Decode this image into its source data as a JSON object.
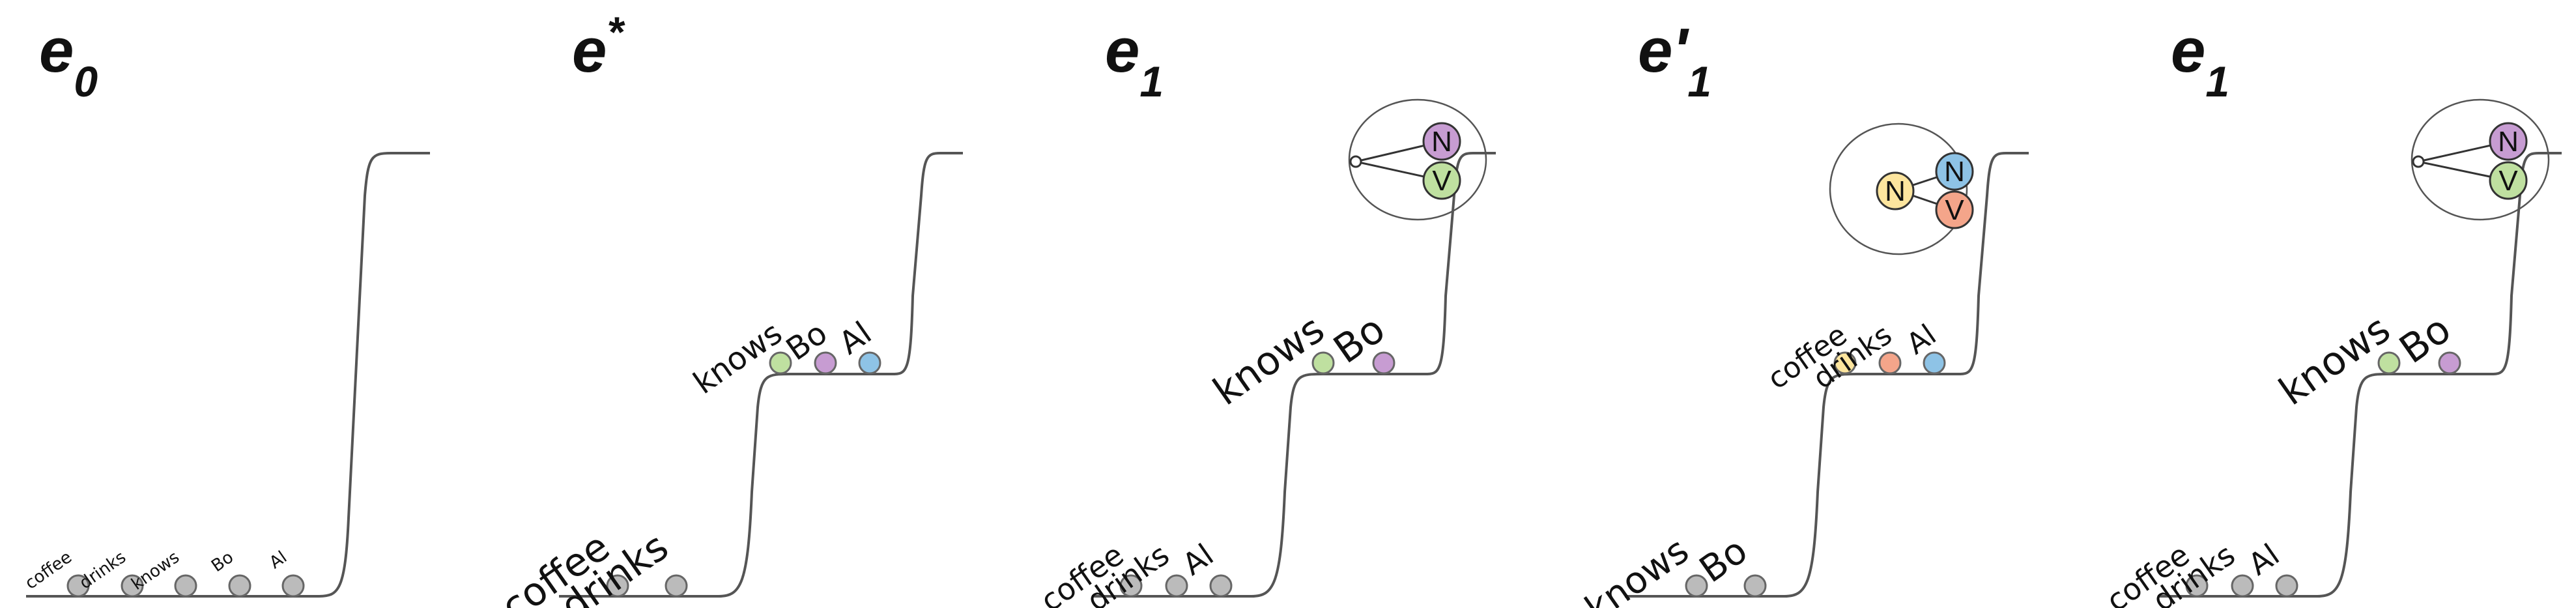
{
  "colors": {
    "gray": "#bbbbbb",
    "green": "#bfe0a0",
    "purple": "#c79cd2",
    "blue": "#8ec3e6",
    "orange": "#f4a58a",
    "yellow": "#fde59e"
  },
  "panels": [
    {
      "title_main": "e",
      "title_sub": "0",
      "title_sup": "",
      "prime": "",
      "low_words": [
        "coffee",
        "drinks",
        "knows",
        "Bo",
        "Al"
      ],
      "low_word_size": "small",
      "high_words": []
    },
    {
      "title_main": "e",
      "title_sub": "",
      "title_sup": "*",
      "prime": "",
      "low_words": [
        "coffee",
        "drinks"
      ],
      "low_word_size": "large",
      "high_words": [
        "knows",
        "Bo",
        "Al"
      ]
    },
    {
      "title_main": "e",
      "title_sub": "1",
      "title_sup": "",
      "prime": "",
      "low_words": [
        "coffee",
        "drinks",
        "Al"
      ],
      "low_word_size": "medium",
      "high_words": [
        "knows",
        "Bo"
      ],
      "nodes": [
        "N",
        "V"
      ]
    },
    {
      "title_main": "e",
      "title_sub": "1",
      "title_sup": "",
      "prime": "'",
      "low_words": [
        "knows",
        "Bo"
      ],
      "low_word_size": "large",
      "high_words": [
        "coffee",
        "drinks",
        "Al"
      ],
      "nodes": [
        "N",
        "V",
        "N"
      ]
    },
    {
      "title_main": "e",
      "title_sub": "1",
      "title_sup": "",
      "prime": "",
      "low_words": [
        "coffee",
        "drinks",
        "Al"
      ],
      "low_word_size": "medium",
      "high_words": [
        "knows",
        "Bo"
      ],
      "nodes": [
        "N",
        "V"
      ]
    }
  ]
}
